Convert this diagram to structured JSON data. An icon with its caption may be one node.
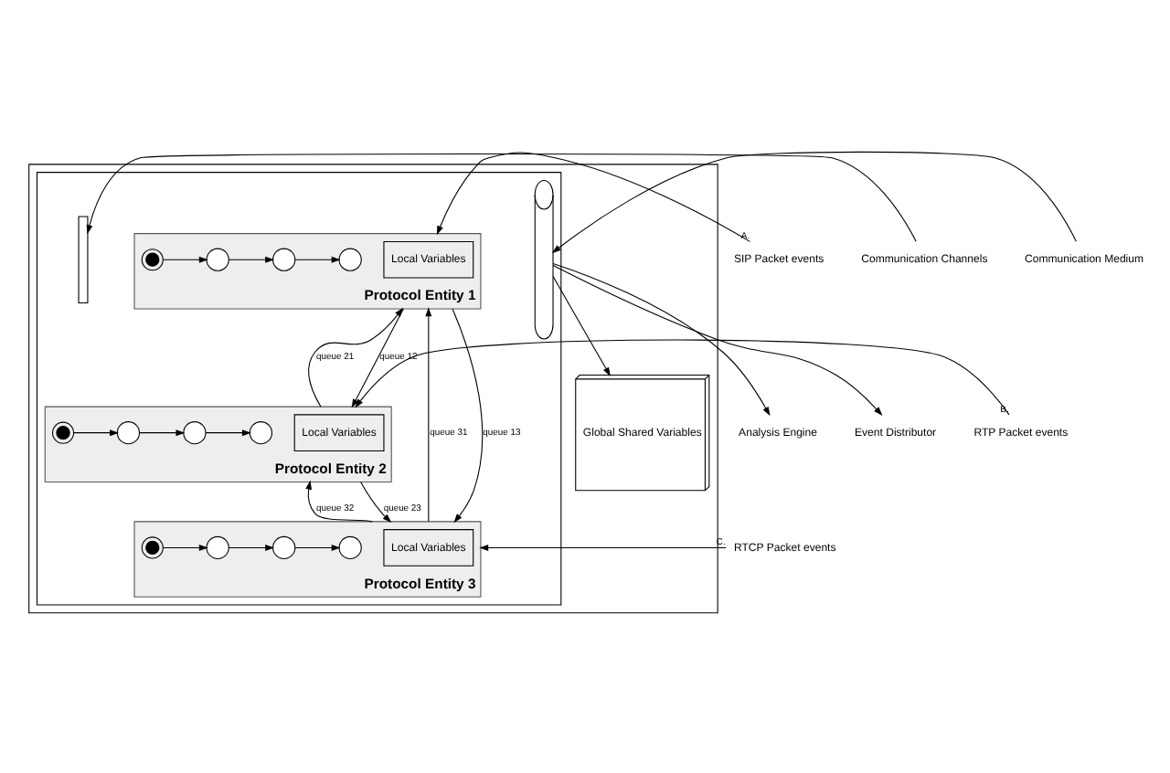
{
  "diagram": {
    "nodes": [
      {
        "text": [],
        "shape": "box"
      },
      {
        "text": [
          "Global Shared Variables"
        ],
        "in": 0
      },
      {
        "text": [],
        "shape": "box",
        "in": 0
      },
      {
        "text": [],
        "shape": "cylinder",
        "in": 2
      },
      {
        "text": [
          "Protocol Entity 1"
        ],
        "in": 2
      },
      {
        "text": [
          "Local Variables"
        ],
        "in": 4
      },
      {
        "text": [],
        "shape": "circle",
        "in": 4
      },
      {
        "text": [],
        "shape": "circle",
        "in": 4
      },
      {
        "text": [],
        "shape": "circle",
        "in": 4
      },
      {
        "text": [],
        "shape": "circle",
        "in": 4
      },
      {
        "text": [
          "Protocol Entity 2"
        ],
        "in": 2
      },
      {
        "text": [
          "Local Variables"
        ],
        "in": 10
      },
      {
        "text": [],
        "shape": "circle",
        "in": 10
      },
      {
        "text": [],
        "shape": "circle",
        "in": 10
      },
      {
        "text": [],
        "shape": "circle",
        "in": 10
      },
      {
        "text": [],
        "shape": "circle",
        "in": 10
      },
      {
        "text": [
          "Protocol Entity 3"
        ],
        "in": 2
      },
      {
        "text": [
          "Local Variables"
        ],
        "in": 16
      },
      {
        "text": [],
        "shape": "circle",
        "in": 16
      },
      {
        "text": [],
        "shape": "circle",
        "in": 16
      },
      {
        "text": [],
        "shape": "circle",
        "in": 16
      },
      {
        "text": [],
        "shape": "circle",
        "in": 16
      },
      {
        "text": [
          "Analysis Engine"
        ]
      },
      {
        "text": [
          "Event Distributor"
        ]
      },
      {
        "text": [
          "SIP Packet events"
        ]
      },
      {
        "text": [
          "RTP Packet events"
        ]
      },
      {
        "text": [
          "RTCP Packet events"
        ]
      },
      {
        "text": [
          "Communication Channels"
        ]
      },
      {
        "text": [
          "Communication Medium"
        ]
      },
      {
        "text": [],
        "shape": "bar",
        "in": 2
      }
    ],
    "edges": [
      {
        "from": 16,
        "to": 4,
        "arrow": "to",
        "label": "queue 31"
      },
      {
        "from": 10,
        "to": 4,
        "arrow": "to",
        "label": "queue 21"
      },
      {
        "from": 4,
        "to": 10,
        "arrow": "to",
        "label": "queue 12"
      },
      {
        "from": 16,
        "to": 10,
        "arrow": "to",
        "label": "queue 32"
      },
      {
        "from": 10,
        "to": 16,
        "arrow": "to",
        "label": "queue 23"
      },
      {
        "from": 4,
        "to": 16,
        "arrow": "to",
        "label": "queue 13"
      },
      {
        "from": 6,
        "to": 7,
        "arrow": "to"
      },
      {
        "from": 7,
        "to": 8,
        "arrow": "to"
      },
      {
        "from": 8,
        "to": 9,
        "arrow": "to"
      },
      {
        "from": 12,
        "to": 13,
        "arrow": "to"
      },
      {
        "from": 13,
        "to": 14,
        "arrow": "to"
      },
      {
        "from": 14,
        "to": 15,
        "arrow": "to"
      },
      {
        "from": 18,
        "to": 19,
        "arrow": "to"
      },
      {
        "from": 19,
        "to": 20,
        "arrow": "to"
      },
      {
        "from": 20,
        "to": 21,
        "arrow": "to"
      },
      {
        "from": 3,
        "to": 22,
        "arrow": "to"
      },
      {
        "from": 3,
        "to": 23,
        "arrow": "to"
      },
      {
        "from": 3,
        "to": 1,
        "arrow": "to"
      },
      {
        "from": 24,
        "to": 4,
        "arrow": "to",
        "label": "A."
      },
      {
        "from": 25,
        "to": 10,
        "arrow": "to",
        "label": "B."
      },
      {
        "from": 26,
        "to": 16,
        "arrow": "to",
        "label": "C."
      },
      {
        "from": 27,
        "to": 29,
        "arrow": "to"
      },
      {
        "from": 28,
        "to": 3,
        "arrow": "to"
      }
    ]
  }
}
